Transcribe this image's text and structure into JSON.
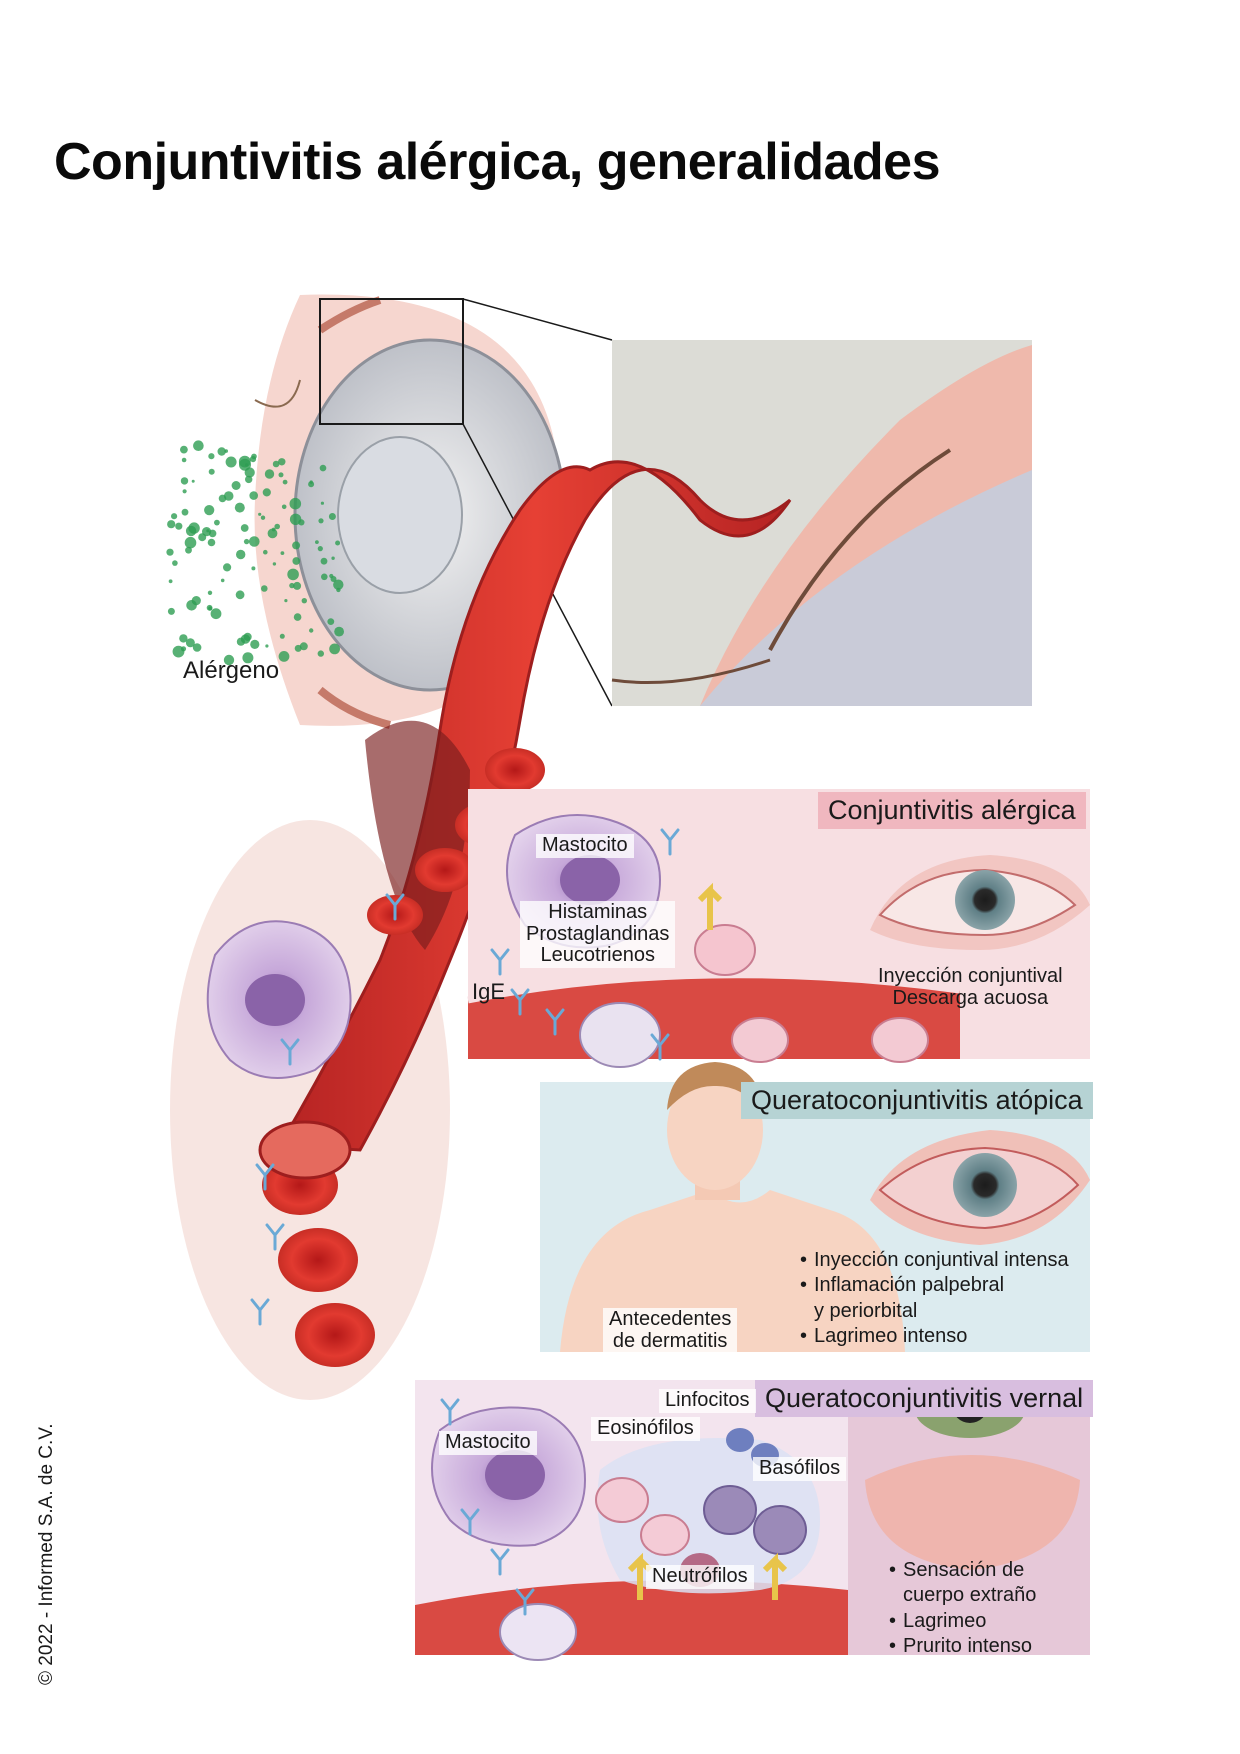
{
  "title": "Conjuntivitis alérgica, generalidades",
  "copyright": "© 2022 - Informed S.A. de C.V.",
  "allergen_label": "Alérgeno",
  "panels": {
    "allergic": {
      "header": "Conjuntivitis alérgica",
      "mastocito": "Mastocito",
      "mediators": [
        "Histaminas",
        "Prostaglandinas",
        "Leucotrienos"
      ],
      "ige": "IgE",
      "signs": [
        "Inyección conjuntival",
        "Descarga acuosa"
      ]
    },
    "atopic": {
      "header": "Queratoconjuntivitis atópica",
      "history": [
        "Antecedentes",
        "de dermatitis"
      ],
      "signs": [
        "Inyección conjuntival intensa",
        "Inflamación palpebral",
        "y periorbital",
        "Lagrimeo intenso"
      ]
    },
    "vernal": {
      "header": "Queratoconjuntivitis vernal",
      "mastocito": "Mastocito",
      "linfocitos": "Linfocitos",
      "eosinofilos": "Eosinófilos",
      "basofilos": "Basófilos",
      "neutrofilos": "Neutrófilos",
      "signs": [
        "Sensación de",
        "cuerpo extraño",
        "Lagrimeo",
        "Prurito intenso"
      ]
    }
  },
  "colors": {
    "vessel": "#d93030",
    "vessel_dark": "#a51f1f",
    "allergen": "#2e9d52",
    "mast_cell": "#c9a9d8",
    "antibody": "#6aa9d6",
    "allergic_bg": "#f7dfe2",
    "atopic_bg": "#dcebef",
    "vernal_bg": "#f3e4ee"
  }
}
